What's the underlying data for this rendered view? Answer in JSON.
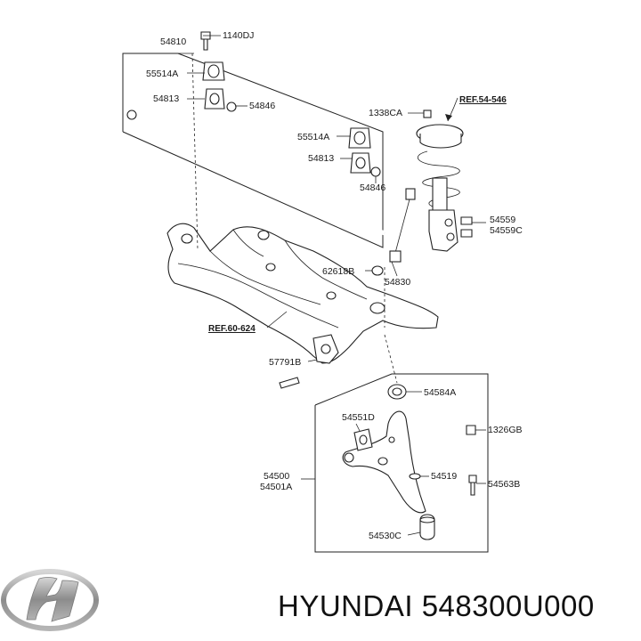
{
  "caption": {
    "brand": "HYUNDAI",
    "part_number": "548300U000"
  },
  "refs": {
    "strut": "REF.54-546",
    "subframe": "REF.60-624"
  },
  "labels": {
    "p54810": "54810",
    "p1140DJ": "1140DJ",
    "p55514A_1": "55514A",
    "p54813_1": "54813",
    "p54846_1": "54846",
    "p55514A_2": "55514A",
    "p54813_2": "54813",
    "p54846_2": "54846",
    "p1338CA": "1338CA",
    "p54559": "54559",
    "p54559C": "54559C",
    "p62618B": "62618B",
    "p54830": "54830",
    "p57791B": "57791B",
    "p54584A": "54584A",
    "p54551D": "54551D",
    "p1326GB": "1326GB",
    "p54500": "54500",
    "p54501A": "54501A",
    "p54519": "54519",
    "p54563B": "54563B",
    "p54530C": "54530C"
  },
  "colors": {
    "line": "#222222",
    "logo": "#9a9a9a",
    "text": "#111111"
  },
  "icons": {
    "brand_logo": "hyundai-logo-icon"
  }
}
